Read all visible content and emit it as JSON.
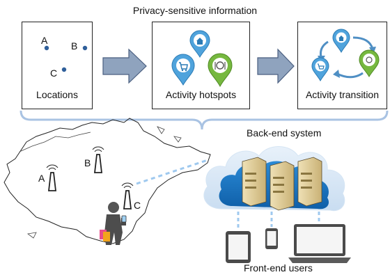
{
  "title": "Privacy-sensitive information",
  "panels": {
    "locations": {
      "label": "Locations",
      "points": [
        "A",
        "B",
        "C"
      ]
    },
    "hotspots": {
      "label": "Activity hotspots"
    },
    "transition": {
      "label": "Activity transition"
    }
  },
  "map": {
    "towers": [
      "A",
      "B",
      "C"
    ]
  },
  "backend": {
    "label": "Back-end system"
  },
  "frontend": {
    "label": "Front-end users"
  },
  "colors": {
    "panel_border": "#222222",
    "arrow_fill": "#8fa3be",
    "arrow_stroke": "#4a5f80",
    "brace": "#a9c3e3",
    "point": "#2f5f9a",
    "pin_blue": "#4fa3dc",
    "pin_green": "#76b83f",
    "cloud_dark": "#1b75c4",
    "cloud_light": "#e3eef8",
    "server": "#d9c48f",
    "device": "#4a4a4a",
    "dashed_link": "#9fc9ef"
  },
  "icons": [
    "home-icon",
    "cart-icon",
    "dining-icon",
    "antenna-icon",
    "phone-icon",
    "tablet-icon",
    "laptop-icon",
    "server-icon",
    "person-icon"
  ]
}
